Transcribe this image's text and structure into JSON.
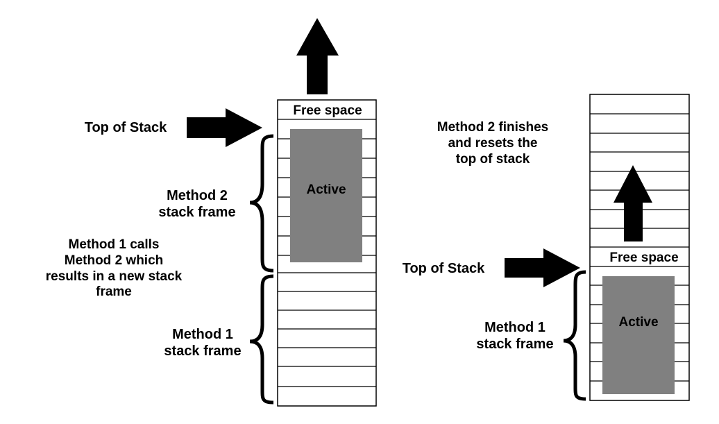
{
  "colors": {
    "stroke": "#000000",
    "active_block": "#808080",
    "background": "#ffffff"
  },
  "left_stack": {
    "free_space_label": "Free space",
    "active_label": "Active",
    "top_of_stack_label": "Top of Stack",
    "method2_frame_label": [
      "Method 2",
      "stack frame"
    ],
    "method1_frame_label": [
      "Method 1",
      "stack frame"
    ],
    "caption": [
      "Method 1 calls",
      "Method 2 which",
      "results in a new stack",
      "frame"
    ]
  },
  "right_stack": {
    "free_space_label": "Free space",
    "active_label": "Active",
    "top_of_stack_label": "Top of Stack",
    "method1_frame_label": [
      "Method 1",
      "stack frame"
    ],
    "caption": [
      "Method 2 finishes",
      "and resets the",
      "top of stack"
    ]
  },
  "icons": {
    "up_arrow": "up-arrow-icon",
    "right_arrow": "right-arrow-icon",
    "brace": "left-curly-brace-icon"
  }
}
